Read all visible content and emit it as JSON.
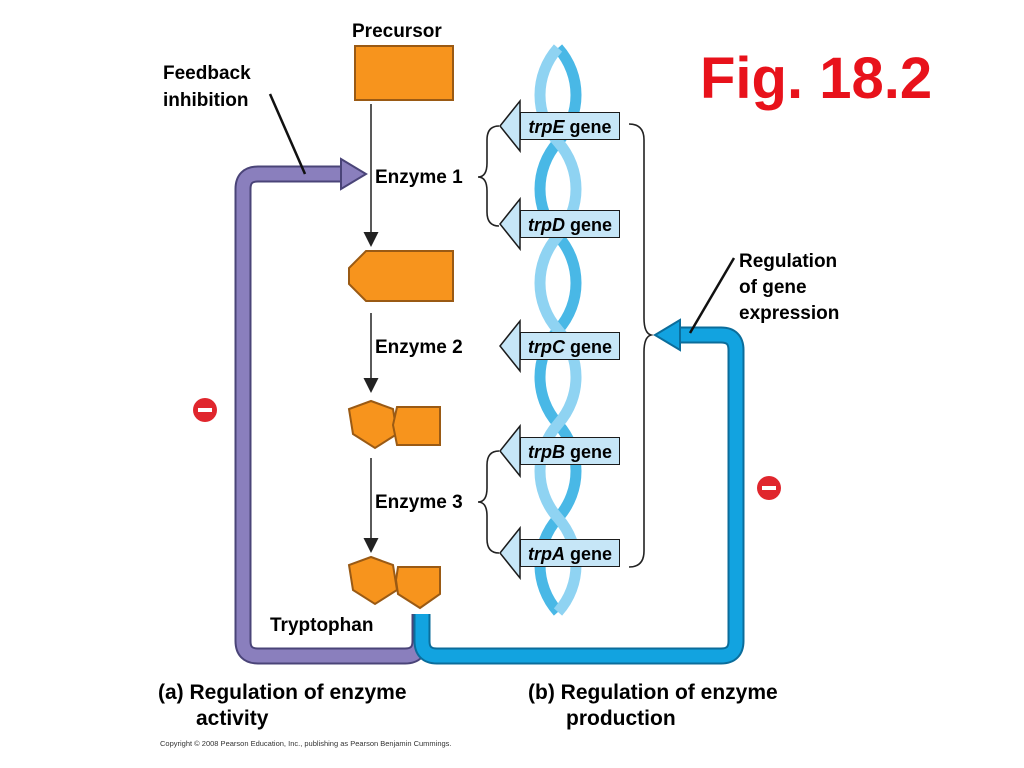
{
  "figure": {
    "fig_label": "Fig. 18.2",
    "precursor": "Precursor",
    "feedback_line1": "Feedback",
    "feedback_line2": "inhibition",
    "enzyme1": "Enzyme 1",
    "enzyme2": "Enzyme 2",
    "enzyme3": "Enzyme 3",
    "tryptophan": "Tryptophan",
    "regulation_line1": "Regulation",
    "regulation_line2": "of gene",
    "regulation_line3": "expression",
    "genes": [
      {
        "name": "trpE",
        "suffix": " gene"
      },
      {
        "name": "trpD",
        "suffix": " gene"
      },
      {
        "name": "trpC",
        "suffix": " gene"
      },
      {
        "name": "trpB",
        "suffix": " gene"
      },
      {
        "name": "trpA",
        "suffix": " gene"
      }
    ],
    "caption_a_line1": "(a) Regulation of enzyme",
    "caption_a_line2": "activity",
    "caption_b_line1": "(b) Regulation of enzyme",
    "caption_b_line2": "production",
    "copyright": "Copyright © 2008 Pearson Education, Inc., publishing as Pearson Benjamin Cummings."
  },
  "colors": {
    "molecule_fill": "#f7941d",
    "molecule_stroke": "#9a5a14",
    "feedback_arrow": "#8a7fbd",
    "regulation_arrow": "#12a3e0",
    "dna_strand": "#49b8e6",
    "gene_box": "#c6e6f7",
    "inhibit_badge": "#e0262d",
    "fig_label": "#e8121b"
  },
  "icons": {
    "inhibit": "minus-circle-icon",
    "gene_arrow": "left-arrow-shape"
  }
}
